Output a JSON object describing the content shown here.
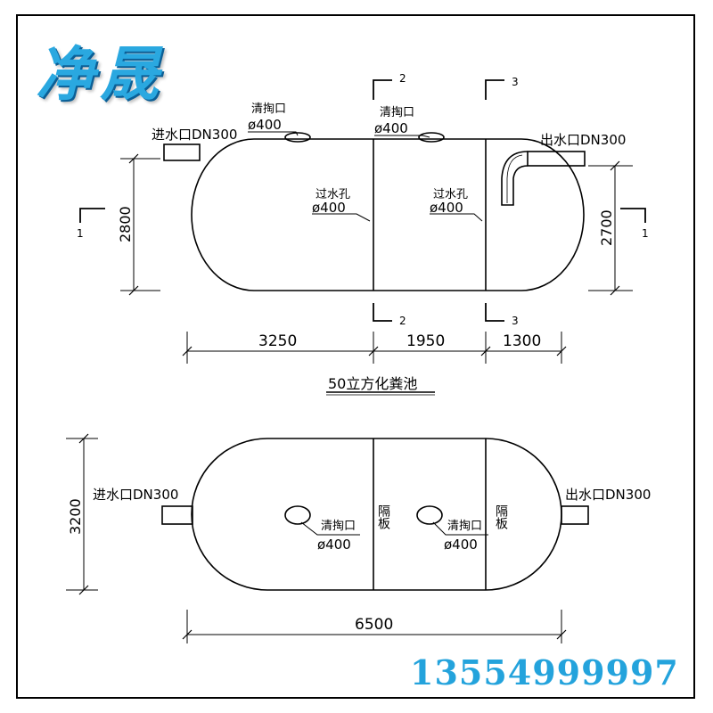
{
  "brand": "净晟",
  "phone": "13554999997",
  "title": "50立方化粪池",
  "elevation": {
    "inlet_label": "进水口DN300",
    "outlet_label": "出水口DN300",
    "cleanout_label_1": "清掏口",
    "cleanout_size_1": "ø400",
    "cleanout_label_2": "清掏口",
    "cleanout_size_2": "ø400",
    "hole_label_1": "过水孔",
    "hole_size_1": "ø400",
    "hole_label_2": "过水孔",
    "hole_size_2": "ø400",
    "height_left": "2800",
    "height_right": "2700",
    "section_1_left": "1",
    "section_1_right": "1",
    "section_2_top": "2",
    "section_2_bottom": "2",
    "section_3_top": "3",
    "section_3_bottom": "3",
    "dim_1": "3250",
    "dim_2": "1950",
    "dim_3": "1300"
  },
  "plan": {
    "inlet_label": "进水口DN300",
    "outlet_label": "出水口DN300",
    "cleanout_label_1": "清掏口",
    "cleanout_size_1": "ø400",
    "cleanout_label_2": "清掏口",
    "cleanout_size_2": "ø400",
    "partition_1": "隔板",
    "partition_2": "隔板",
    "height": "3200",
    "length": "6500"
  }
}
